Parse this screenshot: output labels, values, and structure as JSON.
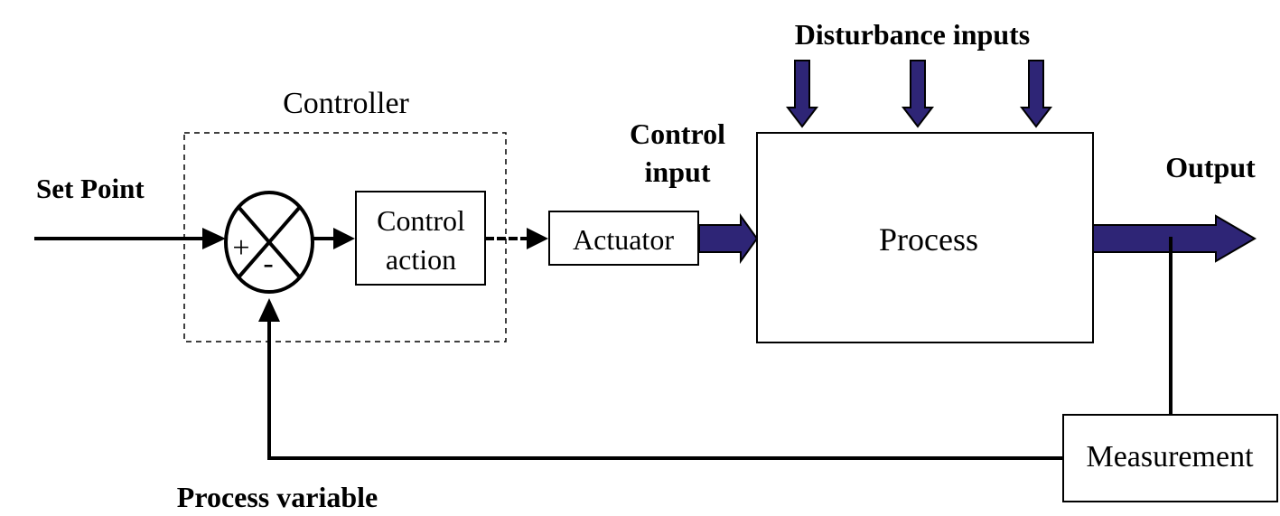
{
  "labels": {
    "set_point": "Set Point",
    "controller": "Controller",
    "control_action_line1": "Control",
    "control_action_line2": "action",
    "control_input_line1": "Control",
    "control_input_line2": "input",
    "actuator": "Actuator",
    "disturbance_inputs": "Disturbance inputs",
    "process": "Process",
    "output": "Output",
    "measurement": "Measurement",
    "process_variable": "Process variable",
    "plus_sign": "+",
    "minus_sign": "-"
  },
  "colors": {
    "line": "#000000",
    "flow_arrow": "#2e2576"
  }
}
